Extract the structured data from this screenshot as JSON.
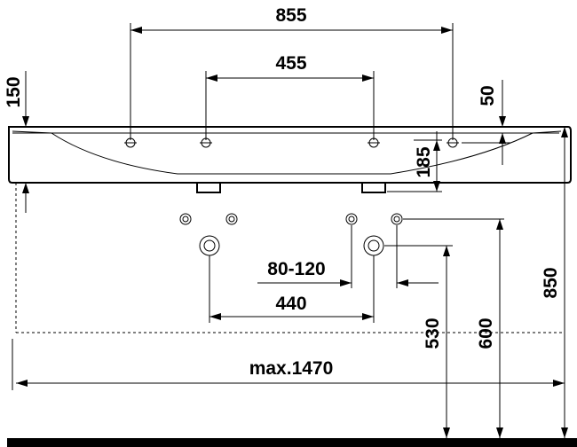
{
  "drawing": {
    "dimensions": {
      "d855": "855",
      "d455": "455",
      "d150": "150",
      "d50": "50",
      "d185": "185",
      "d80_120": "80-120",
      "d440": "440",
      "d850": "850",
      "d600": "600",
      "d530": "530",
      "dmax1470": "max.1470"
    }
  }
}
